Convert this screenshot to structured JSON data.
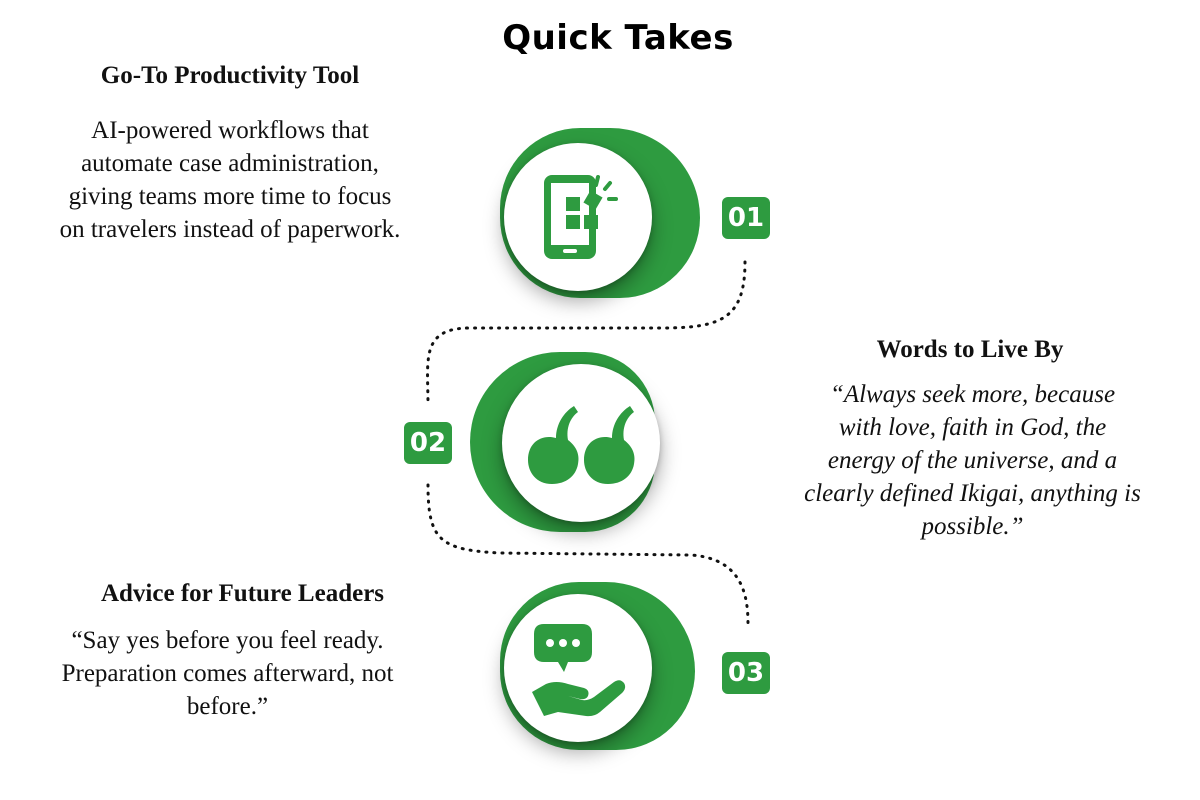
{
  "title": "Quick Takes",
  "accent_color": "#2e9b40",
  "items": [
    {
      "number": "01",
      "icon": "tablet-apps-icon",
      "heading": "Go-To Productivity Tool",
      "lines": [
        "AI-powered workflows that",
        "automate case administration,",
        "giving teams more time to focus",
        "on travelers instead of paperwork."
      ]
    },
    {
      "number": "02",
      "icon": "quote-marks-icon",
      "heading": "Words to Live By",
      "lines": [
        "“Always seek more, because",
        "with love, faith in God, the",
        "energy of the universe, and a",
        "clearly defined Ikigai, anything is",
        "possible.”"
      ]
    },
    {
      "number": "03",
      "icon": "chat-hand-icon",
      "heading": "Advice for Future Leaders",
      "lines": [
        "“Say yes before you feel ready.",
        "Preparation comes afterward, not",
        "before.”"
      ]
    }
  ]
}
